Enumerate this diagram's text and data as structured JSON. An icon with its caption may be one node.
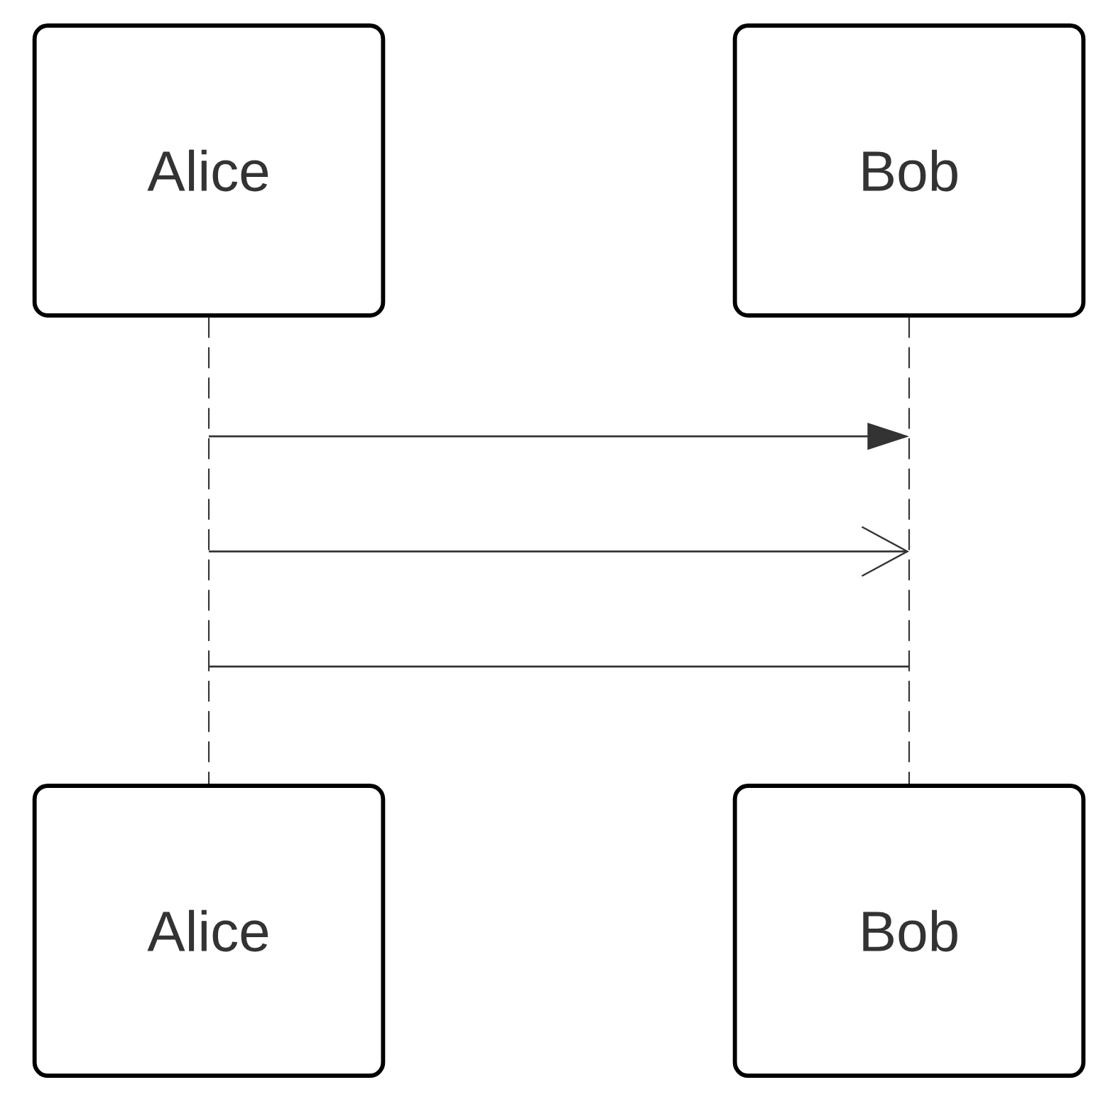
{
  "diagram": {
    "nodes": [
      {
        "text": [
          "Alice"
        ]
      },
      {
        "text": [
          "Bob"
        ]
      },
      {
        "text": [],
        "shape": "line"
      },
      {
        "text": [],
        "shape": "line"
      },
      {
        "text": [
          "Alice"
        ]
      },
      {
        "text": [
          "Bob"
        ]
      }
    ],
    "edges": [
      {
        "from": 2,
        "to": 3,
        "arrow": "to"
      },
      {
        "from": 2,
        "to": 3,
        "arrow": "to"
      },
      {
        "from": 2,
        "to": 3,
        "arrow": "none"
      }
    ]
  }
}
